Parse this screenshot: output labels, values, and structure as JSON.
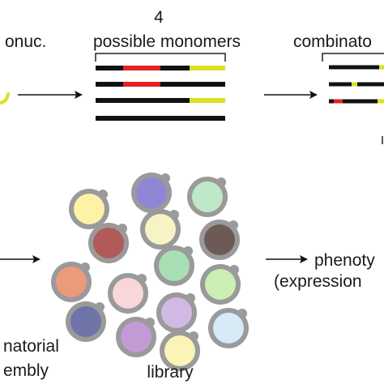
{
  "labels": {
    "monomer_count": "4",
    "monomers_caption": "possible monomers",
    "left_cut": "onuc.",
    "right_cut": "combinato",
    "bottom_left_line1": "natorial",
    "bottom_left_line2": "embly",
    "library": "library",
    "phenotype": "phenoty",
    "expression": "(expression"
  },
  "colors": {
    "rail": "#111111",
    "red": "#e02424",
    "yellow": "#d9e11f",
    "cell_border": "#9a9a9a"
  },
  "cells": [
    {
      "name": "cell-light-yellow-1",
      "fill": "#fdf2a6"
    },
    {
      "name": "cell-lavender",
      "fill": "#8f86d6"
    },
    {
      "name": "cell-mint",
      "fill": "#bfe8c9"
    },
    {
      "name": "cell-pale-yellow",
      "fill": "#f7f3c4"
    },
    {
      "name": "cell-brick-red",
      "fill": "#b05a5a"
    },
    {
      "name": "cell-dark-brown",
      "fill": "#6e5a55"
    },
    {
      "name": "cell-green",
      "fill": "#a8dfb5"
    },
    {
      "name": "cell-salmon",
      "fill": "#eb9a7c"
    },
    {
      "name": "cell-pink",
      "fill": "#f9d6d9"
    },
    {
      "name": "cell-light-green",
      "fill": "#cdeeb2"
    },
    {
      "name": "cell-slate-blue",
      "fill": "#6e74a8"
    },
    {
      "name": "cell-lilac",
      "fill": "#d1b9e6"
    },
    {
      "name": "cell-sky",
      "fill": "#d6ebf5"
    },
    {
      "name": "cell-purple",
      "fill": "#c39ad6"
    },
    {
      "name": "cell-light-yellow-2",
      "fill": "#fbf4b6"
    }
  ]
}
